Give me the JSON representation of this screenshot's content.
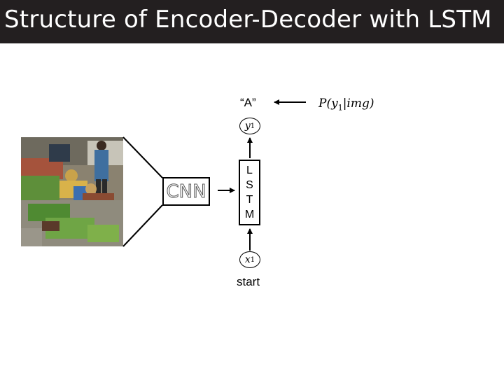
{
  "header": {
    "title": "Structure of Encoder-Decoder with LSTM"
  },
  "diagram": {
    "encoder_label": "CNN",
    "decoder_letters": [
      "L",
      "S",
      "T",
      "M"
    ],
    "input_node": {
      "symbol": "x",
      "subscript": "1"
    },
    "output_node": {
      "symbol": "y",
      "subscript": "1"
    },
    "input_word": "start",
    "output_word": "“A”",
    "probability": {
      "prefix": "P(y",
      "subscript": "1",
      "suffix": "|img)"
    }
  },
  "colors": {
    "title_bar": "#231f20",
    "title_text": "#ffffff",
    "stroke": "#000000"
  },
  "image": {
    "icon": "market-photo"
  }
}
